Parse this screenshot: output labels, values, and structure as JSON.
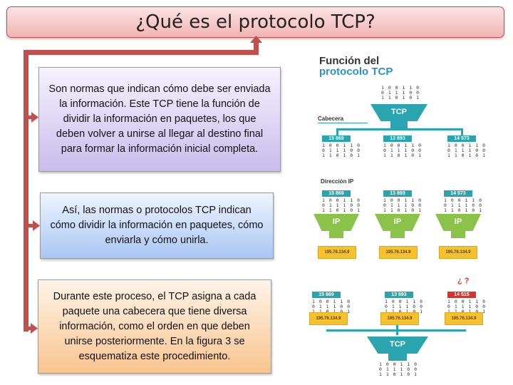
{
  "title": "¿Qué es el protocolo TCP?",
  "boxes": {
    "b1": "Son normas que indican cómo debe ser enviada la información. Este TCP tiene la función de dividir la información en paquetes, los que deben volver a unirse al llegar al destino final para formar la información inicial completa.",
    "b2": "Así, las normas o protocolos TCP indican cómo dividir la información en paquetes, cómo enviarla y cómo unirla.",
    "b3": "Durante este proceso, el TCP asigna a cada paquete una cabecera que tiene diversa información, como el orden en que deben unirse posteriormente. En la figura 3 se esquematiza este procedimiento."
  },
  "figure": {
    "title_line1": "Función del",
    "title_line2": "protocolo TCP",
    "label_cabecera": "Cabecera",
    "label_direccion": "Dirección IP",
    "tcp": "TCP",
    "ip": "IP",
    "bits_top": "1 0 0 1 1 0\n0 1 1 1 0 0\n1 1 0 1 0 1",
    "bits_small": "1 0 0 1 1 0\n0 1 1 1 0 0\n1 1 0 1 0 1",
    "packets": [
      "15 869",
      "13 893",
      "14 573"
    ],
    "packets_bottom": [
      "15 869",
      "13 893",
      "14 515"
    ],
    "address": "195.76.134.9",
    "question": "¿ ?",
    "colors": {
      "teal": "#2aa5b0",
      "green": "#8bc34a",
      "yellow": "#f6c12e",
      "red": "#d9342b",
      "connector": "#c0504d"
    }
  }
}
